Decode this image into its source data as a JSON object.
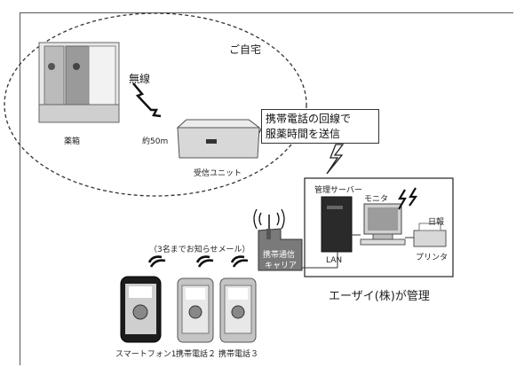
{
  "labels": {
    "home": "ご自宅",
    "wireless": "無線",
    "pillbox": "薬箱",
    "distance": "約50m",
    "receiver": "受信ユニット",
    "callout_line1": "携帯電話の回線で",
    "callout_line2": "服薬時間を送信",
    "server": "管理サーバー",
    "monitor": "モニタ",
    "log": "日報",
    "printer": "プリンタ",
    "carrier_line1": "携帯通信",
    "carrier_line2": "キャリア",
    "lan": "LAN",
    "notify": "（3名までお知らせメール）",
    "managed_by": "エーザイ(株)が管理",
    "phone1": "スマートフォン1",
    "phone2": "携帯電話２",
    "phone3": "携帯電話３"
  },
  "icons": [
    "lightning-icon",
    "signal-wave-icon",
    "antenna-icon"
  ]
}
